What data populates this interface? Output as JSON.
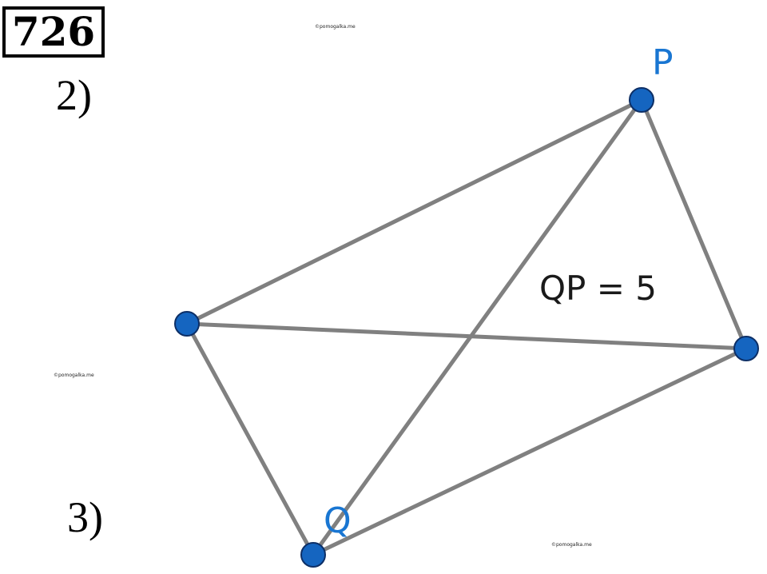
{
  "problem_number": "726",
  "parts": [
    "2)",
    "3)"
  ],
  "watermark": "©pomogalka.me",
  "figure": {
    "edge_color": "#808080",
    "vertex_color": "#1565c0",
    "label_color": "#1976d2",
    "points": {
      "P": "P",
      "Q": "Q"
    },
    "measurement": "QP = 5"
  }
}
